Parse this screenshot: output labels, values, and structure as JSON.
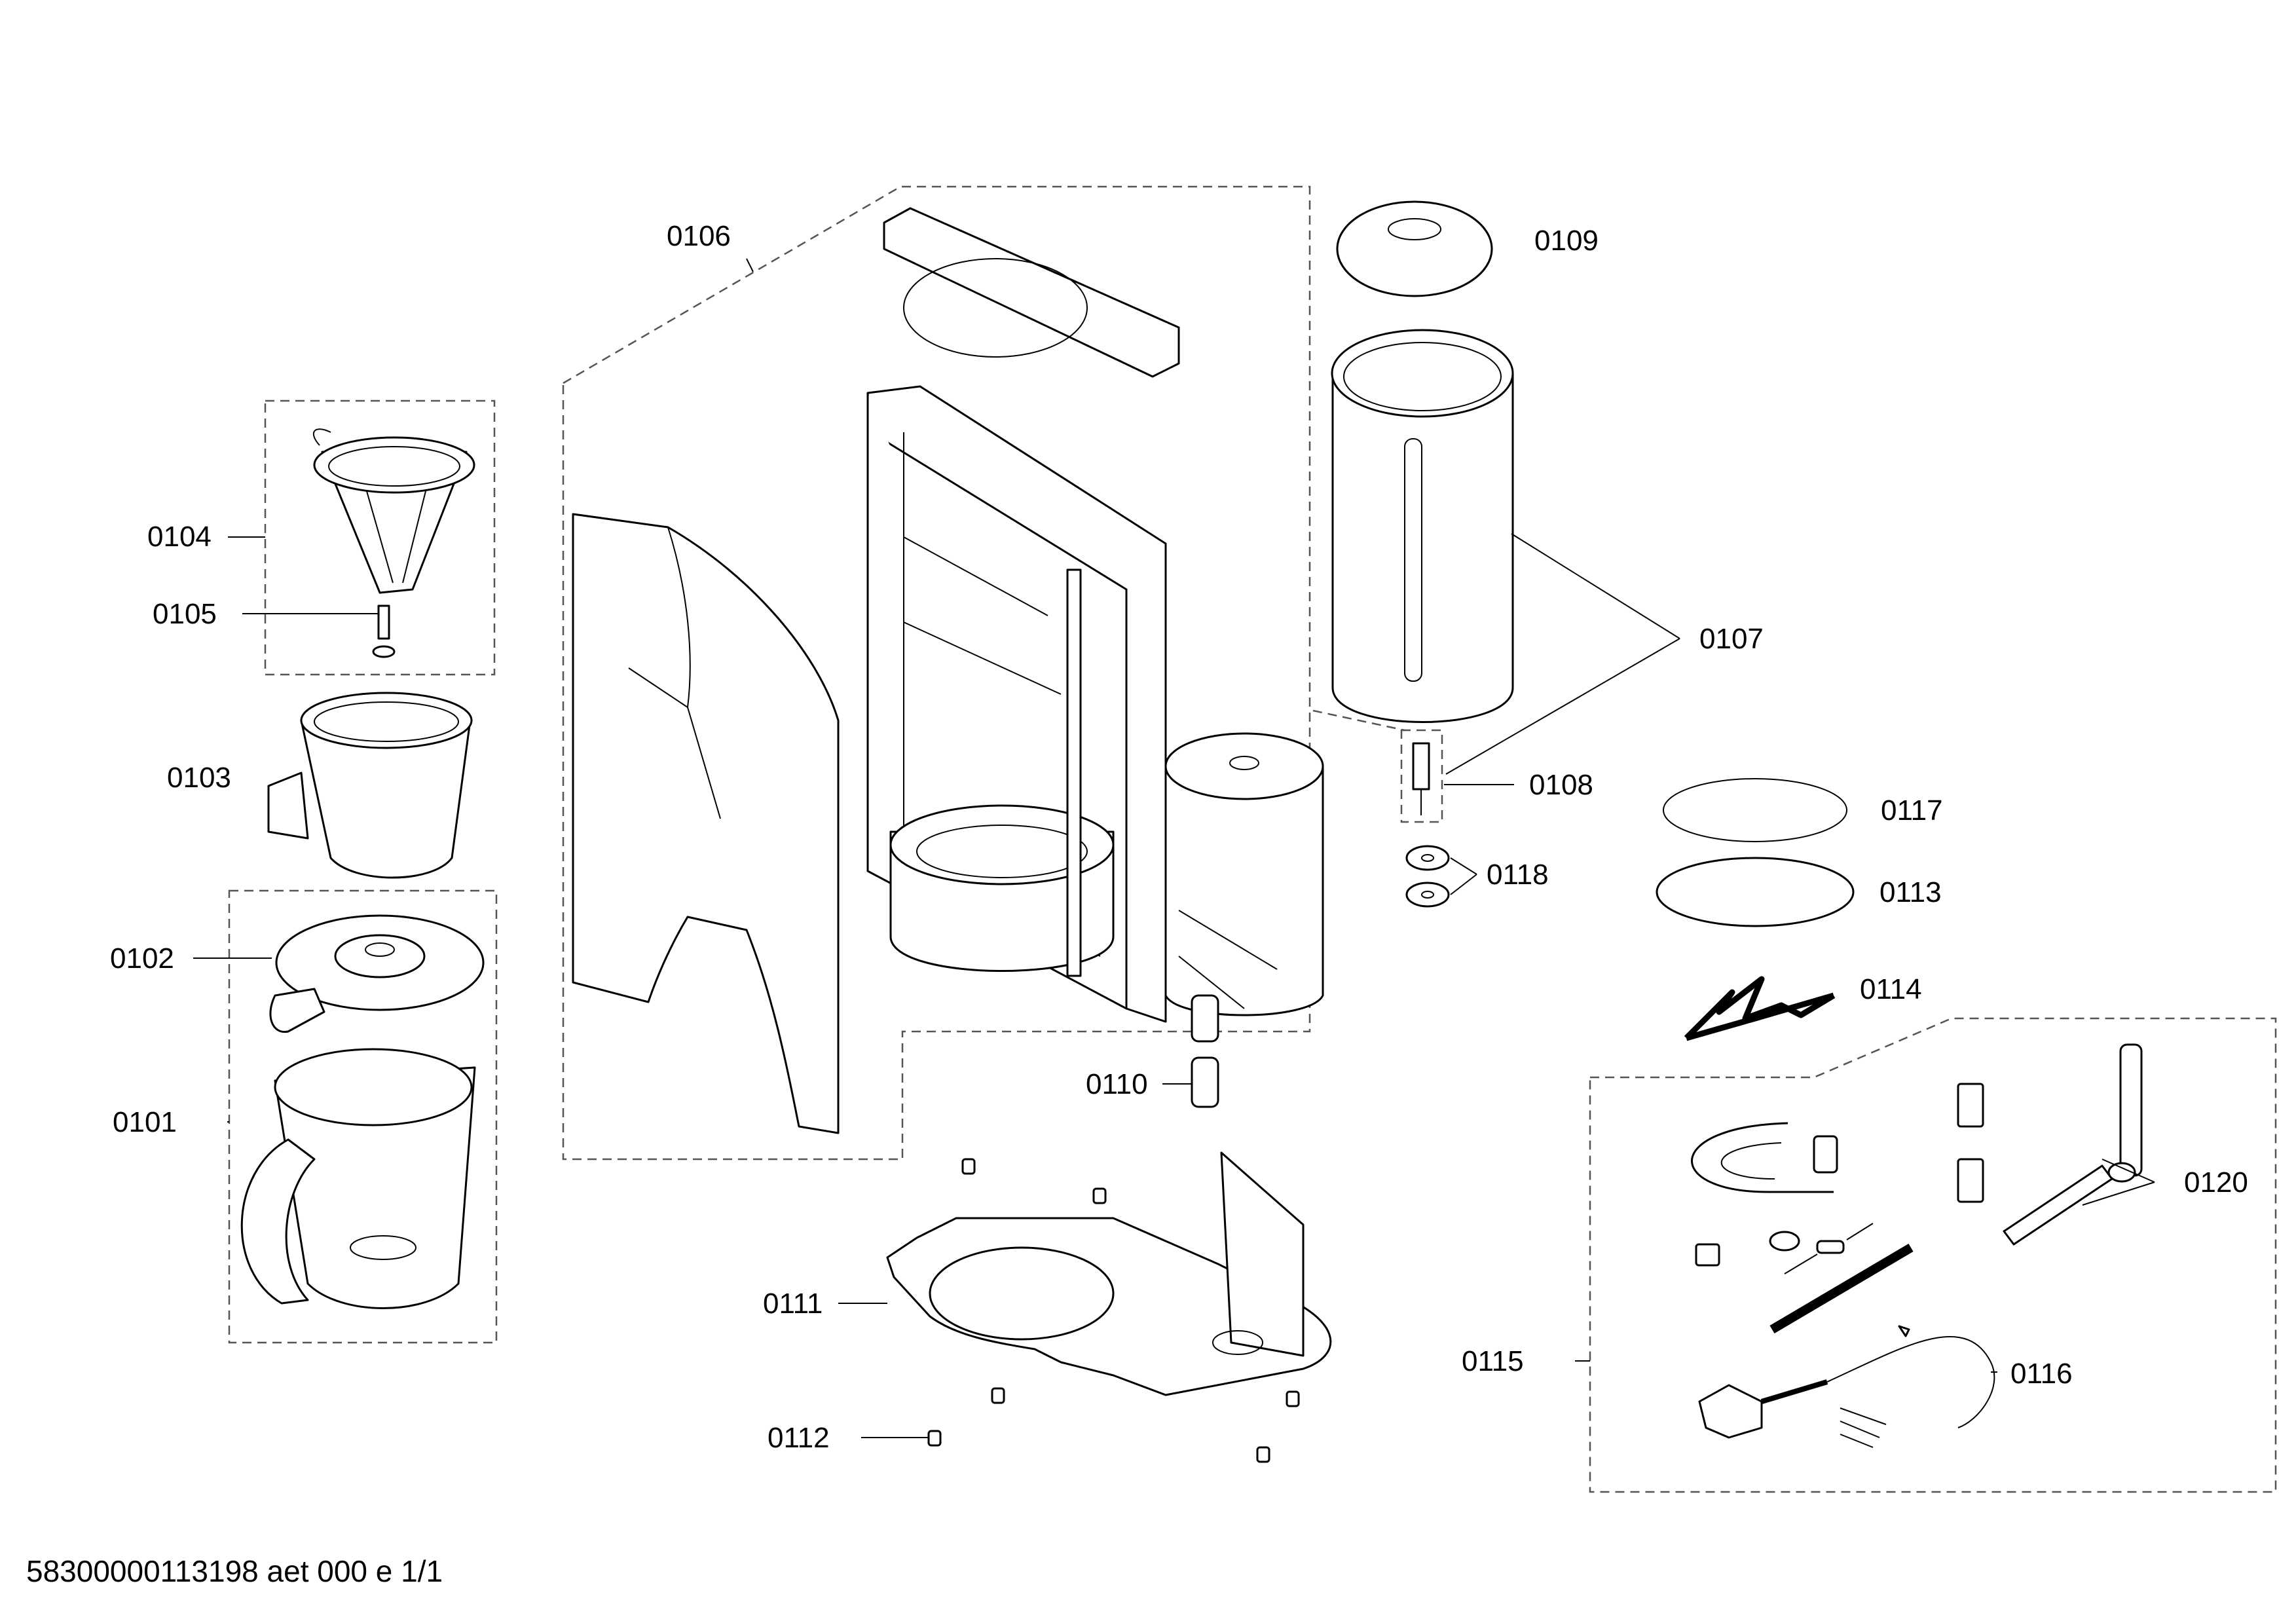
{
  "labels": {
    "p0101": "0101",
    "p0102": "0102",
    "p0103": "0103",
    "p0104": "0104",
    "p0105": "0105",
    "p0106": "0106",
    "p0107": "0107",
    "p0108": "0108",
    "p0109": "0109",
    "p0110": "0110",
    "p0111": "0111",
    "p0112": "0112",
    "p0113": "0113",
    "p0114": "0114",
    "p0115": "0115",
    "p0116": "0116",
    "p0117": "0117",
    "p0118": "0118",
    "p0120": "0120"
  },
  "footer": {
    "doc_id": "58300000113198 aet 000 e 1/1"
  }
}
